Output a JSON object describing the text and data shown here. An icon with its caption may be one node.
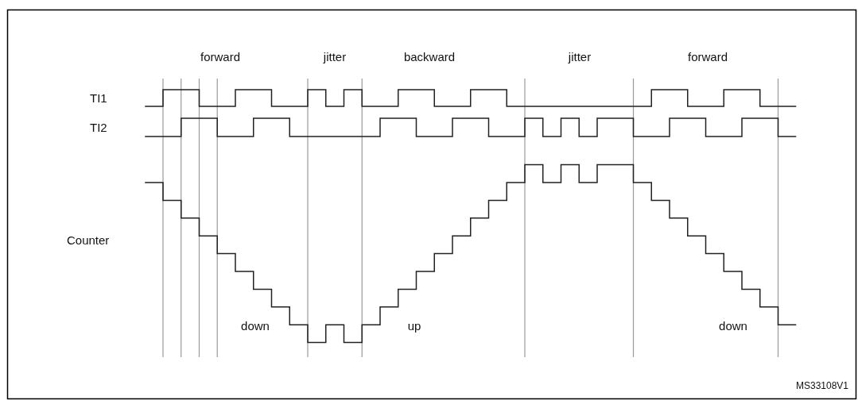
{
  "diagram": {
    "labels": [
      "forward",
      "jitter",
      "backward",
      "jitter",
      "forward",
      "TI1",
      "TI2",
      "Counter",
      "down",
      "up",
      "down",
      "MS33108V1"
    ]
  }
}
